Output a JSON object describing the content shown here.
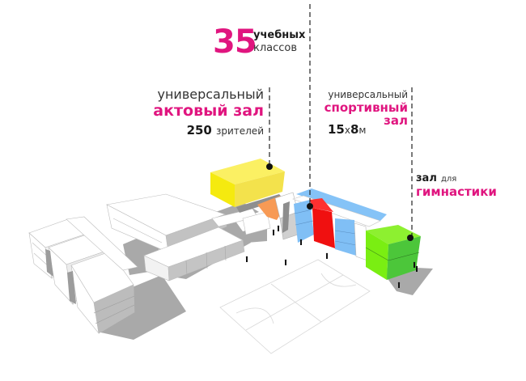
{
  "colors": {
    "accent_pink": "#e0157f",
    "assembly_hall": "#f5ea0f",
    "assembly_hall_side": "#e8d600",
    "sports_hall_red": "#f01010",
    "classrooms_blue": "#80bff5",
    "gym_green": "#78ee10",
    "gym_green_side": "#4cc63a",
    "connector_orange": "#f79a55",
    "shadow_gray": "#a8a8a8",
    "facade_gray": "#c8c8c8"
  },
  "labels": {
    "classrooms": {
      "number": "35",
      "line1": "учебных",
      "line2": "классов"
    },
    "assembly_hall": {
      "line1": "универсальный",
      "line2": "актовый зал",
      "capacity_number": "250",
      "capacity_unit": "зрителей"
    },
    "sports_hall": {
      "line1": "универсальный",
      "line2": "спортивный",
      "line3": "зал",
      "size_a": "15",
      "size_x": "х",
      "size_b": "8",
      "size_unit": "м"
    },
    "gymnastics_hall": {
      "line1_bold": "зал",
      "line1_thin": "для",
      "line2": "гимнастики"
    }
  },
  "icons": {
    "leader_marker": "filled-circle-dot",
    "person": "person-silhouette"
  }
}
